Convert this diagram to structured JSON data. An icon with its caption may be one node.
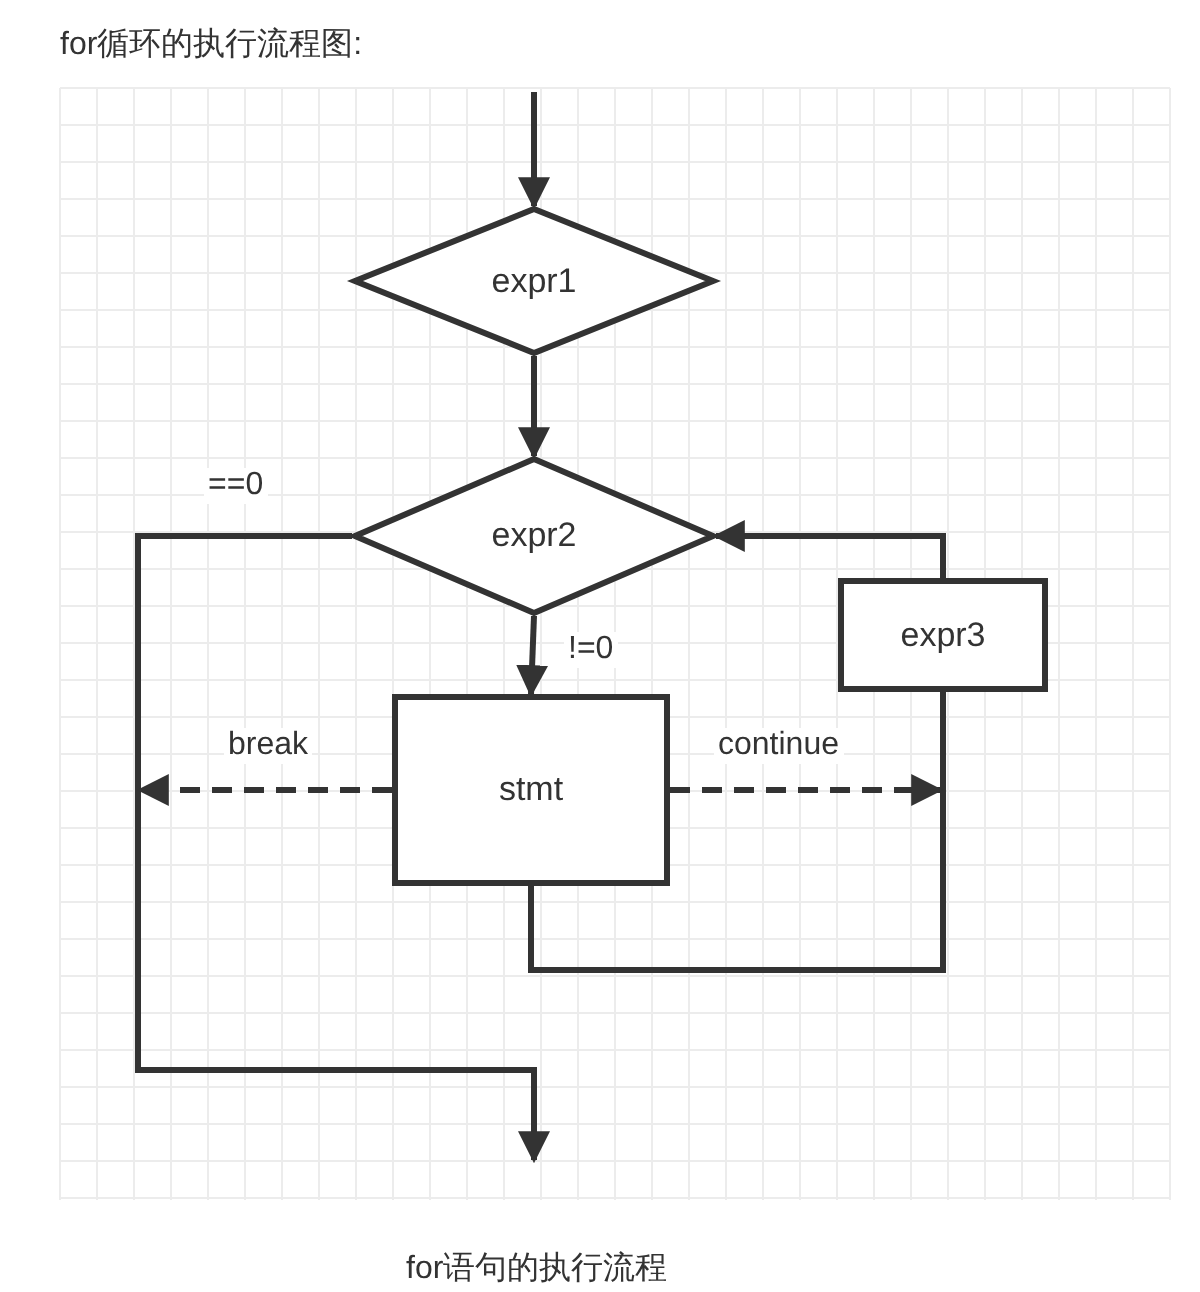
{
  "diagram": {
    "title": "for循环的执行流程图:",
    "caption": "for语句的执行流程",
    "nodes": [
      {
        "text": [
          "expr1"
        ]
      },
      {
        "text": [
          "expr2"
        ]
      },
      {
        "text": [
          "stmt"
        ]
      },
      {
        "text": [
          "expr3"
        ]
      }
    ],
    "edges": [
      {
        "from": null,
        "to": 0,
        "arrow": "to"
      },
      {
        "from": 0,
        "to": 1,
        "arrow": "to"
      },
      {
        "from": 1,
        "to": 2,
        "arrow": "to",
        "label": "!=0"
      },
      {
        "from": 2,
        "to": 3,
        "arrow": "none"
      },
      {
        "from": 3,
        "to": 1,
        "arrow": "to"
      },
      {
        "from": 1,
        "to": null,
        "arrow": "to",
        "label": "==0"
      },
      {
        "from": 2,
        "to": null,
        "arrow": "to",
        "label": "break",
        "style": "dashed"
      },
      {
        "from": 2,
        "to": null,
        "arrow": "to",
        "label": "continue",
        "style": "dashed"
      }
    ]
  }
}
